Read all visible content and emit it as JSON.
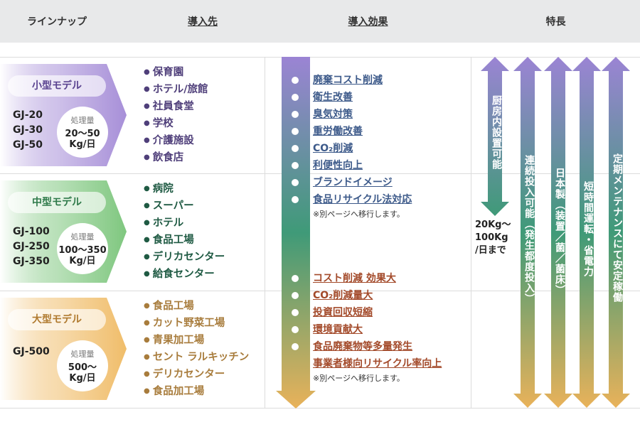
{
  "header": {
    "lineup": "ラインナップ",
    "destination": "導入先",
    "effect": "導入効果",
    "features": "特長"
  },
  "models": [
    {
      "name": "小型モデル",
      "codes": [
        "GJ-20",
        "GJ-30",
        "GJ-50"
      ],
      "capacity_label": "処理量",
      "capacity": "20〜50\nKg/日",
      "color": "#a78fd8"
    },
    {
      "name": "中型モデル",
      "codes": [
        "GJ-100",
        "GJ-250",
        "GJ-350"
      ],
      "capacity_label": "処理量",
      "capacity": "100〜350\nKg/日",
      "color": "#7fc77f"
    },
    {
      "name": "大型モデル",
      "codes": [
        "GJ-500"
      ],
      "capacity_label": "処理量",
      "capacity": "500〜\nKg/日",
      "color": "#f0bd6a"
    }
  ],
  "destinations": [
    {
      "color": "#4f3f7a",
      "items": [
        "保育園",
        "ホテル/旅館",
        "社員食堂",
        "学校",
        "介護施設",
        "飲食店"
      ]
    },
    {
      "color": "#1f5a43",
      "items": [
        "病院",
        "スーパー",
        "ホテル",
        "食品工場",
        "デリカセンター",
        "給食センター"
      ]
    },
    {
      "color": "#a87c3c",
      "items": [
        "食品工場",
        "カット野菜工場",
        "青果加工場",
        "セント ラルキッチン",
        "デリカセンター",
        "食品加工場"
      ]
    }
  ],
  "effects": {
    "group1": [
      "廃棄コスト削減",
      "衛生改善",
      "臭気対策",
      "重労働改善",
      "CO₂削減",
      "利便性向上",
      "ブランドイメージ",
      "食品リサイクル法対応"
    ],
    "group1_color": "#3d5a8a",
    "note1": "※別ページへ移行します。",
    "group2": [
      "コスト削減 効果大",
      "CO₂削減量大",
      "投資回収短縮",
      "環境貢献大",
      "食品廃棄物等多量発生",
      "事業者様向リサイクル率向上"
    ],
    "group2_color": "#a34a2a",
    "note2": "※別ページへ移行します。"
  },
  "features": {
    "short": "厨房内設置可能",
    "short_note": "20Kg〜\n100Kg\n/日まで",
    "long": [
      "連続投入可能（発生都度投入）",
      "日本製（装置／菌／菌床）",
      "短時間運転・省電力",
      "定期メンテナンスにて安定稼働"
    ]
  }
}
